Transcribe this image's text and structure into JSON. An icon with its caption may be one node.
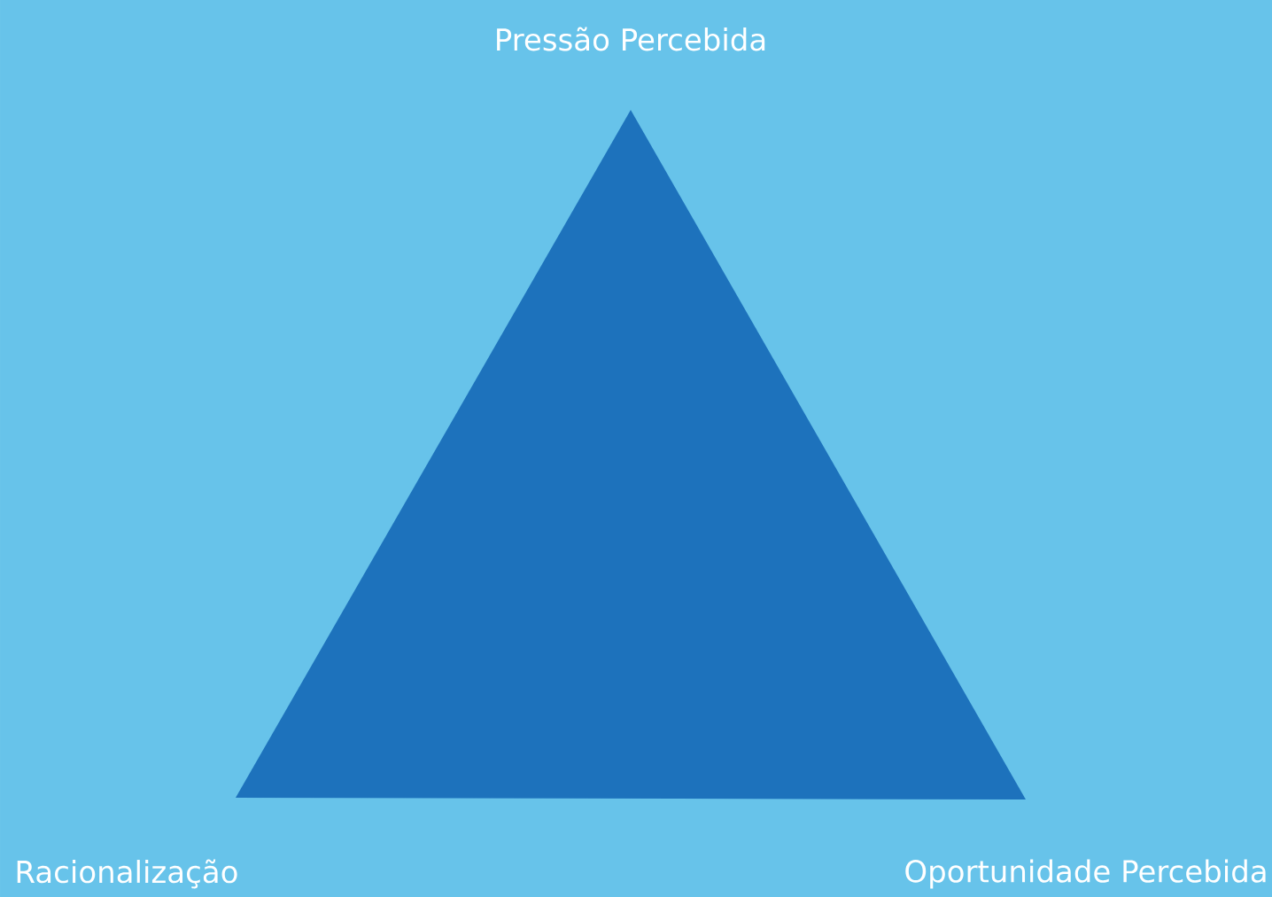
{
  "diagram": {
    "labels": [
      "Pressão Percebida",
      "Racionalização",
      "Oportunidade Percebida"
    ]
  }
}
